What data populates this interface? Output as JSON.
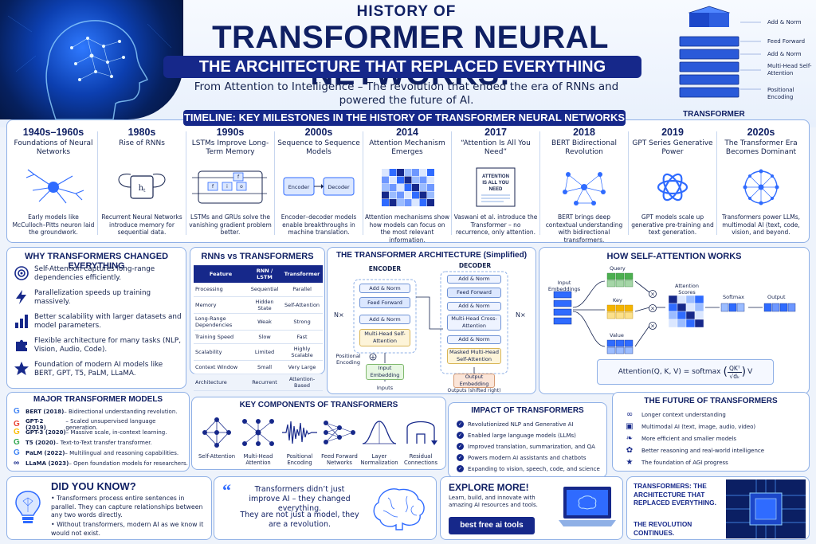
{
  "header": {
    "title_top": "HISTORY OF",
    "title_main": "TRANSFORMER NEURAL NETWORKS:",
    "subtitle": "THE ARCHITECTURE THAT REPLACED EVERYTHING",
    "tagline": "From Attention to Intelligence – The revolution that ended the era of RNNs and powered the future of AI.",
    "timeline_banner": "TIMELINE: KEY MILESTONES IN THE HISTORY OF TRANSFORMER NEURAL NETWORKS"
  },
  "stack": {
    "labels": [
      "Add & Norm",
      "Feed Forward",
      "Add & Norm",
      "Multi-Head Self-Attention",
      "Positional Encoding"
    ],
    "title": "TRANSFORMER"
  },
  "timeline": [
    {
      "year": "1940s–1960s",
      "name": "Foundations of Neural Networks",
      "desc": "Early models like McCulloch–Pitts neuron laid the groundwork.",
      "icon": "neuron-icon"
    },
    {
      "year": "1980s",
      "name": "Rise of RNNs",
      "desc": "Recurrent Neural Networks introduce memory for sequential data.",
      "icon": "rnn-loop-icon"
    },
    {
      "year": "1990s",
      "name": "LSTMs Improve Long-Term Memory",
      "desc": "LSTMs and GRUs solve the vanishing gradient problem better.",
      "icon": "lstm-cell-icon"
    },
    {
      "year": "2000s",
      "name": "Sequence to Sequence Models",
      "desc": "Encoder–decoder models enable breakthroughs in machine translation.",
      "icon": "encoder-decoder-icon"
    },
    {
      "year": "2014",
      "name": "Attention Mechanism Emerges",
      "desc": "Attention mechanisms show how models can focus on the most relevant information.",
      "icon": "attention-grid-icon"
    },
    {
      "year": "2017",
      "name": "“Attention Is All You Need”",
      "desc": "Vaswani et al. introduce the Transformer – no recurrence, only attention.",
      "icon": "paper-icon"
    },
    {
      "year": "2018",
      "name": "BERT Bidirectional Revolution",
      "desc": "BERT brings deep contextual understanding with bidirectional transformers.",
      "icon": "network-icon"
    },
    {
      "year": "2019",
      "name": "GPT Series Generative Power",
      "desc": "GPT models scale up generative pre-training and text generation.",
      "icon": "openai-knot-icon"
    },
    {
      "year": "2020s",
      "name": "The Transformer Era Becomes Dominant",
      "desc": "Transformers power LLMs, multimodal AI (text, code, vision, and beyond.",
      "icon": "globe-network-icon"
    }
  ],
  "timeline_art": {
    "rnn_cell": "h",
    "rnn_sub": "t",
    "lstm_gates": [
      "f",
      "f",
      "i",
      "o"
    ],
    "seq_boxes": [
      "Encoder",
      "Decoder"
    ],
    "paper_text": "ATTENTION IS ALL YOU NEED"
  },
  "why": {
    "title": "WHY TRANSFORMERS CHANGED EVERYTHING",
    "items": [
      {
        "text": "Self-Attention captures long-range dependencies efficiently.",
        "icon": "target-icon"
      },
      {
        "text": "Parallelization speeds up training massively.",
        "icon": "lightning-icon"
      },
      {
        "text": "Better scalability with larger datasets and model parameters.",
        "icon": "bar-chart-icon"
      },
      {
        "text": "Flexible architecture for many tasks (NLP, Vision, Audio, Code).",
        "icon": "puzzle-icon"
      },
      {
        "text": "Foundation of modern AI models like BERT, GPT, T5, PaLM, LLaMA.",
        "icon": "star-icon"
      }
    ]
  },
  "rnn_table": {
    "title": "RNNs vs TRANSFORMERS",
    "headers": [
      "Feature",
      "RNN / LSTM",
      "Transformer"
    ],
    "rows": [
      [
        "Processing",
        "Sequential",
        "Parallel"
      ],
      [
        "Memory",
        "Hidden State",
        "Self-Attention"
      ],
      [
        "Long-Range Dependencies",
        "Weak",
        "Strong"
      ],
      [
        "Training Speed",
        "Slow",
        "Fast"
      ],
      [
        "Scalability",
        "Limited",
        "Highly Scalable"
      ],
      [
        "Context Window",
        "Small",
        "Very Large"
      ],
      [
        "Architecture",
        "Recurrent",
        "Attention-Based"
      ]
    ]
  },
  "architecture": {
    "title": "THE TRANSFORMER ARCHITECTURE (Simplified)",
    "encoder_label": "ENCODER",
    "decoder_label": "DECODER",
    "nx": "N×",
    "encoder_blocks": [
      "Add & Norm",
      "Feed Forward",
      "Add & Norm",
      "Multi-Head Self-Attention"
    ],
    "decoder_blocks": [
      "Add & Norm",
      "Feed Forward",
      "Add & Norm",
      "Multi-Head Cross-Attention",
      "Add & Norm",
      "Masked Multi-Head Self-Attention"
    ],
    "pos_enc": "Positional Encoding",
    "input_emb": "Input Embedding",
    "inputs": "Inputs",
    "output_emb": "Output Embedding",
    "outputs": "Outputs (shifted right)"
  },
  "self_attention": {
    "title": "HOW SELF-ATTENTION WORKS",
    "input": "Input Embeddings",
    "query": "Query",
    "key": "Key",
    "value": "Value",
    "scores": "Attention Scores",
    "softmax": "Softmax",
    "output": "Output",
    "formula": "Attention(Q, K, V) = softmax",
    "formula_num": "QKᵀ",
    "formula_den": "√dₖ",
    "formula_end": "V"
  },
  "models": {
    "title": "MAJOR TRANSFORMER MODELS",
    "items": [
      {
        "name": "BERT (2018)",
        "desc": " – Bidirectional understanding revolution."
      },
      {
        "name": "GPT-2 (2019)",
        "desc": " – Scaled unsupervised language generation."
      },
      {
        "name": "GPT-3 (2020)",
        "desc": " – Massive scale, in-context learning."
      },
      {
        "name": "T5 (2020)",
        "desc": " – Text-to-Text transfer transformer."
      },
      {
        "name": "PaLM (2022)",
        "desc": " – Multilingual and reasoning capabilities."
      },
      {
        "name": "LLaMA (2023)",
        "desc": " – Open foundation models for researchers."
      }
    ]
  },
  "components": {
    "title": "KEY COMPONENTS OF TRANSFORMERS",
    "items": [
      "Self-Attention",
      "Multi-Head Attention",
      "Positional Encoding",
      "Feed Forward Networks",
      "Layer Normalization",
      "Residual Connections"
    ]
  },
  "impact": {
    "title": "IMPACT OF TRANSFORMERS",
    "items": [
      "Revolutionized NLP and Generative AI",
      "Enabled large language models (LLMs)",
      "Improved translation, summarization, and QA",
      "Powers modern AI assistants and chatbots",
      "Expanding to vision, speech, code, and science"
    ]
  },
  "future": {
    "title": "THE FUTURE OF TRANSFORMERS",
    "items": [
      {
        "text": "Longer context understanding",
        "icon": "infinity-icon"
      },
      {
        "text": "Multimodal AI (text, image, audio, video)",
        "icon": "media-icon"
      },
      {
        "text": "More efficient and smaller models",
        "icon": "leaf-icon"
      },
      {
        "text": "Better reasoning and real-world intelligence",
        "icon": "brain-icon"
      },
      {
        "text": "The foundation of AGI progress",
        "icon": "stars-icon"
      }
    ]
  },
  "didyou": {
    "title": "DID YOU KNOW?",
    "items": [
      "Transformers process entire sentences in parallel. They can capture relationships between any two words directly.",
      "Without transformers, modern AI as we know it would not exist."
    ]
  },
  "quote": {
    "line1": "Transformers didn’t just improve AI – they changed everything.",
    "line2": "They are not just a model, they are a revolution."
  },
  "explore": {
    "title": "EXPLORE MORE!",
    "text": "Learn, build, and innovate with amazing AI resources and tools.",
    "button": "best free ai tools"
  },
  "closing": {
    "line1": "TRANSFORMERS: THE ARCHITECTURE THAT REPLACED EVERYTHING.",
    "line2": "THE REVOLUTION CONTINUES."
  },
  "colors": {
    "navy": "#16288a",
    "title": "#0f1f63",
    "accent": "#2f6bff",
    "border": "#8fb0e6"
  }
}
